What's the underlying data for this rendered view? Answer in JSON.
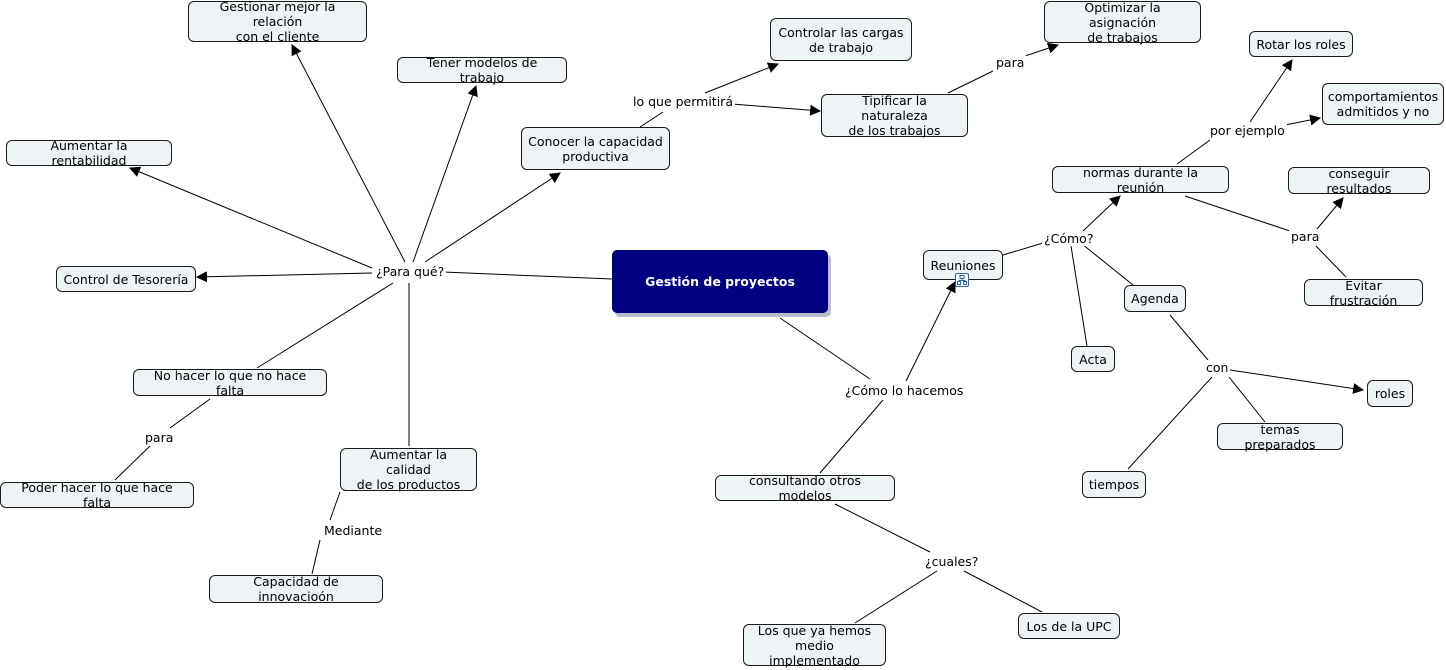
{
  "map": {
    "central": "Gestión de proyectos",
    "concepts": {
      "gestionar_cliente": "Gestionar mejor la relación\ncon el cliente",
      "modelos_trabajo": "Tener modelos de trabajo",
      "rentabilidad": "Aumentar la rentabilidad",
      "tesoreria": "Control de Tesorería",
      "no_hacer": "No hacer lo que no hace falta",
      "poder_hacer": "Poder hacer lo que hace falta",
      "calidad": "Aumentar la calidad\nde los productos",
      "innovacion": "Capacidad de innovacioón",
      "capacidad_productiva": "Conocer la capacidad\nproductiva",
      "cargas": "Controlar las cargas\nde trabajo",
      "tipificar": "Tipificar la naturaleza\nde los trabajos",
      "asignacion": "Optimizar la asignación\nde trabajos",
      "reuniones": "Reuniones",
      "normas": "normas durante la reunión",
      "rotar": "Rotar los roles",
      "comportamientos": "comportamientos\nadmitidos y no",
      "resultados": "conseguir resultados",
      "frustracion": "Evitar frustración",
      "agenda": "Agenda",
      "acta": "Acta",
      "roles": "roles",
      "temas": "temas preparados",
      "tiempos": "tiempos",
      "consultando": "consultando otros modelos",
      "implementado": "Los que ya hemos\nmedio implementado",
      "upc": "Los de la UPC"
    },
    "links": {
      "para_que": "¿Para qué?",
      "para_1": "para",
      "mediante": "Mediante",
      "lo_que_permitira": "lo que permitirá",
      "para_2": "para",
      "como_lo_hacemos": "¿Cómo lo hacemos",
      "como": "¿Cómo?",
      "por_ejemplo": "por ejemplo",
      "para_3": "para",
      "con": "con",
      "cuales": "¿cuales?"
    }
  }
}
